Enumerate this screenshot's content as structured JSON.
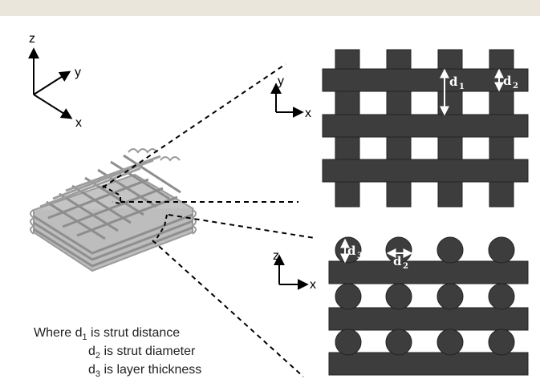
{
  "axes_3d": {
    "z": "z",
    "y": "y",
    "x": "x"
  },
  "top_view_axes": {
    "y": "y",
    "x": "x"
  },
  "side_view_axes": {
    "z": "z",
    "x": "x"
  },
  "dimensions": {
    "d1": {
      "main": "d",
      "sub": "1"
    },
    "d2": {
      "main": "d",
      "sub": "2"
    },
    "d3": {
      "main": "d",
      "sub": "3"
    }
  },
  "caption": {
    "line1": {
      "pre": "Where d",
      "sub": "1",
      "post": " is strut distance"
    },
    "line2": {
      "pre": "d",
      "sub": "2",
      "post": " is strut diameter"
    },
    "line3": {
      "pre": "d",
      "sub": "3",
      "post": " is layer thickness"
    }
  },
  "colors": {
    "strut": "#3d3d3d",
    "lattice": "#a6a6a6",
    "background_bar": "#ebe6dc"
  }
}
